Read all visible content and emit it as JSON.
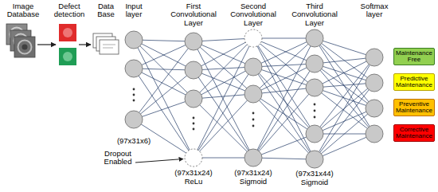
{
  "diagram": {
    "nodes": [
      {
        "text": [
          "Maintenance Free"
        ]
      },
      {
        "text": [
          "Predictive Maintenance"
        ]
      },
      {
        "text": [
          "Preventive Maintenance"
        ]
      },
      {
        "text": [
          "Corrective Maintenance"
        ]
      }
    ],
    "labels": [
      "Image Database",
      "Defect detection",
      "Data Base",
      "Input layer",
      "First Convolutional Layer",
      "Second Convolutional Layer",
      "Third Convolutional Layer",
      "Softmax layer",
      "(97x31x6)",
      "Dropout Enabled",
      "(97x31x24)",
      "ReLu",
      "(97x31x24)",
      "Sigmoid",
      "(97x31x44)",
      "Sigmoid"
    ]
  }
}
